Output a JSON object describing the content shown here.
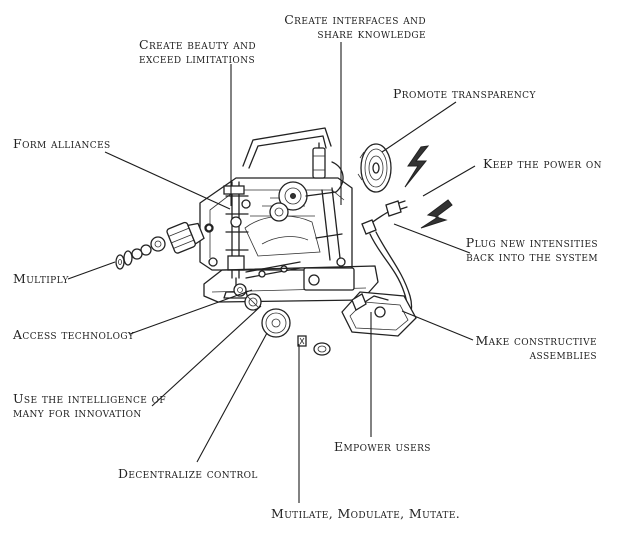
{
  "labels": {
    "create_interfaces": [
      "Create interfaces and",
      "share knowledge"
    ],
    "create_beauty": [
      "Create beauty and",
      "exceed limitations"
    ],
    "promote_transparency": [
      "Promote transparency"
    ],
    "form_alliances": [
      "Form alliances"
    ],
    "keep_power": [
      "Keep the power on"
    ],
    "plug_intensities": [
      "Plug new intensities",
      "back into the system"
    ],
    "multiply": [
      "Multiply"
    ],
    "access_technology": [
      "Access technology"
    ],
    "make_assemblies": [
      "Make constructive",
      "assemblies"
    ],
    "use_intelligence": [
      "Use the intelligence of",
      "many for innovation"
    ],
    "empower_users": [
      "Empower users"
    ],
    "decentralize": [
      "Decentralize control"
    ],
    "mutilate": [
      "Mutilate, Modulate, Mutate."
    ]
  }
}
